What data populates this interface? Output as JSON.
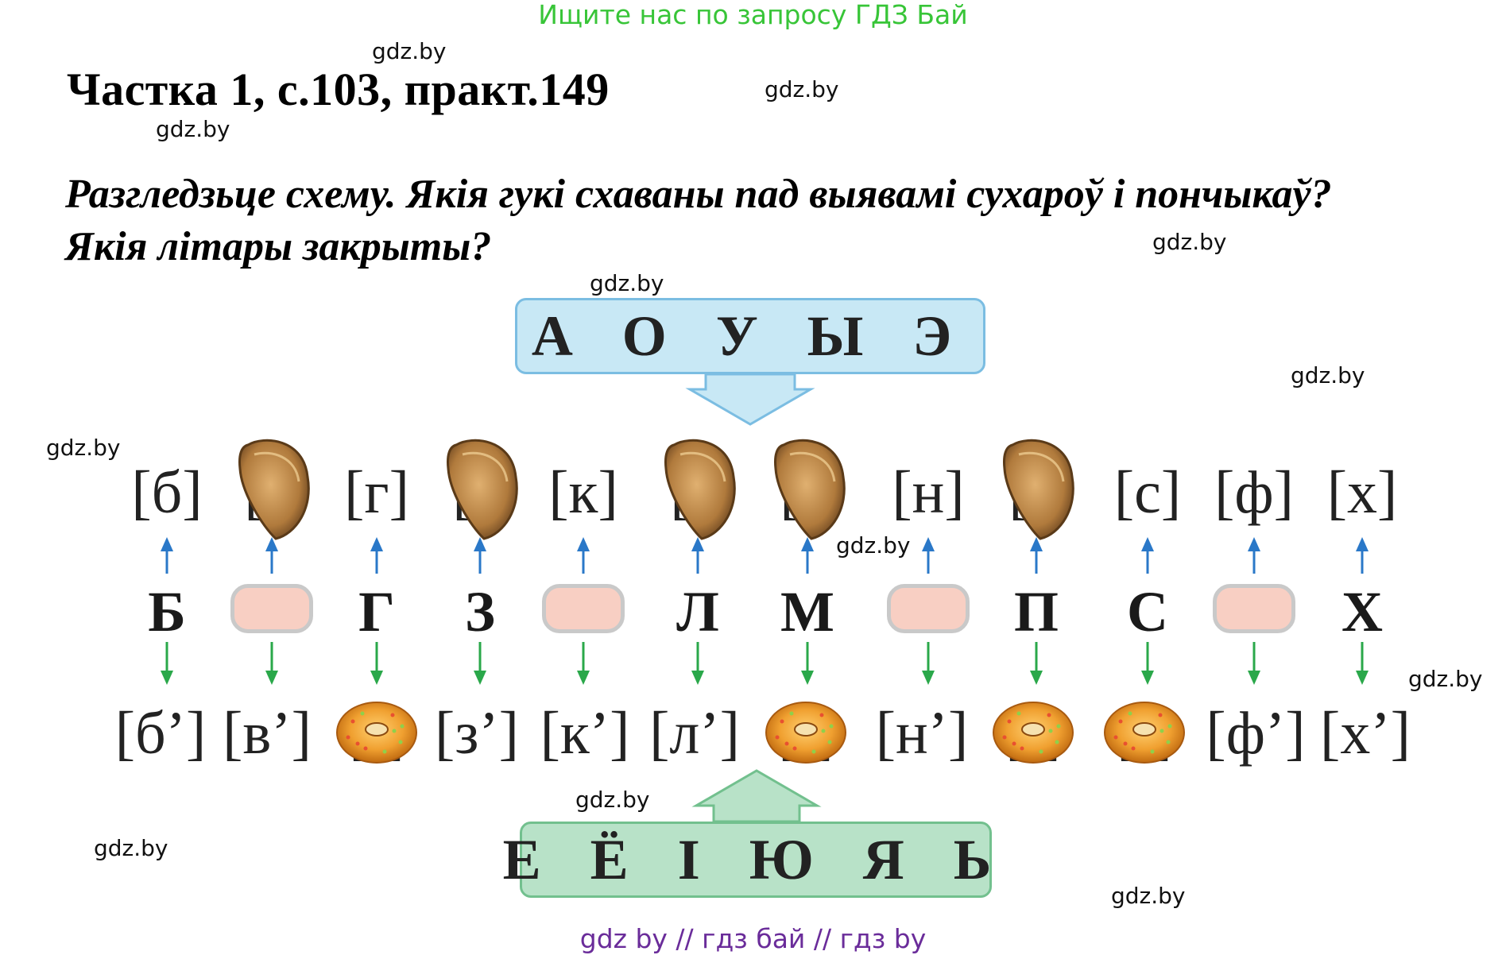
{
  "banner": "Ищите нас по запросу ГДЗ Бай",
  "title": "Частка 1, с.103, практ.149",
  "task": {
    "line1": "Разгледзьце схему. Якія гукі схаваны пад выявамі сухароў і пончыкаў?",
    "line2": "Якія літары закрыты?"
  },
  "watermark": "gdz.by",
  "vowels_box": "А О У Ы Э",
  "soft_vowels_box": "Е Ё І Ю Я Ь",
  "hard_sounds": [
    "[б]",
    "",
    "[г]",
    "",
    "[к]",
    "",
    "",
    "[н]",
    "",
    "[с]",
    "[ф]",
    "[х]"
  ],
  "letters": [
    "Б",
    "",
    "Г",
    "З",
    "",
    "Л",
    "М",
    "",
    "П",
    "С",
    "",
    "Х"
  ],
  "soft_sounds": [
    "[б’]",
    "[в’]",
    "",
    "[з’]",
    "[к’]",
    "[л’]",
    "",
    "[н’]",
    "",
    "",
    "[ф’]",
    "[х’]"
  ],
  "hidden": {
    "rusk_columns": [
      1,
      3,
      5,
      6,
      8
    ],
    "letter_pill_columns": [
      1,
      4,
      7,
      10
    ],
    "donut_columns": [
      2,
      6,
      8,
      9
    ]
  },
  "colors": {
    "banner": "#38c538",
    "vowel_box": "#c8e8f5",
    "soft_box": "#b8e2c8",
    "up_arrow": "#2a78c8",
    "down_arrow": "#2aa84a",
    "pill": "#f8cfc3",
    "footer": "#6a2c9a"
  },
  "icons": {
    "rusk": "rusk-bread-icon",
    "donut": "donut-icon"
  },
  "footer": "gdz by  //  гдз бай  //  гдз by"
}
